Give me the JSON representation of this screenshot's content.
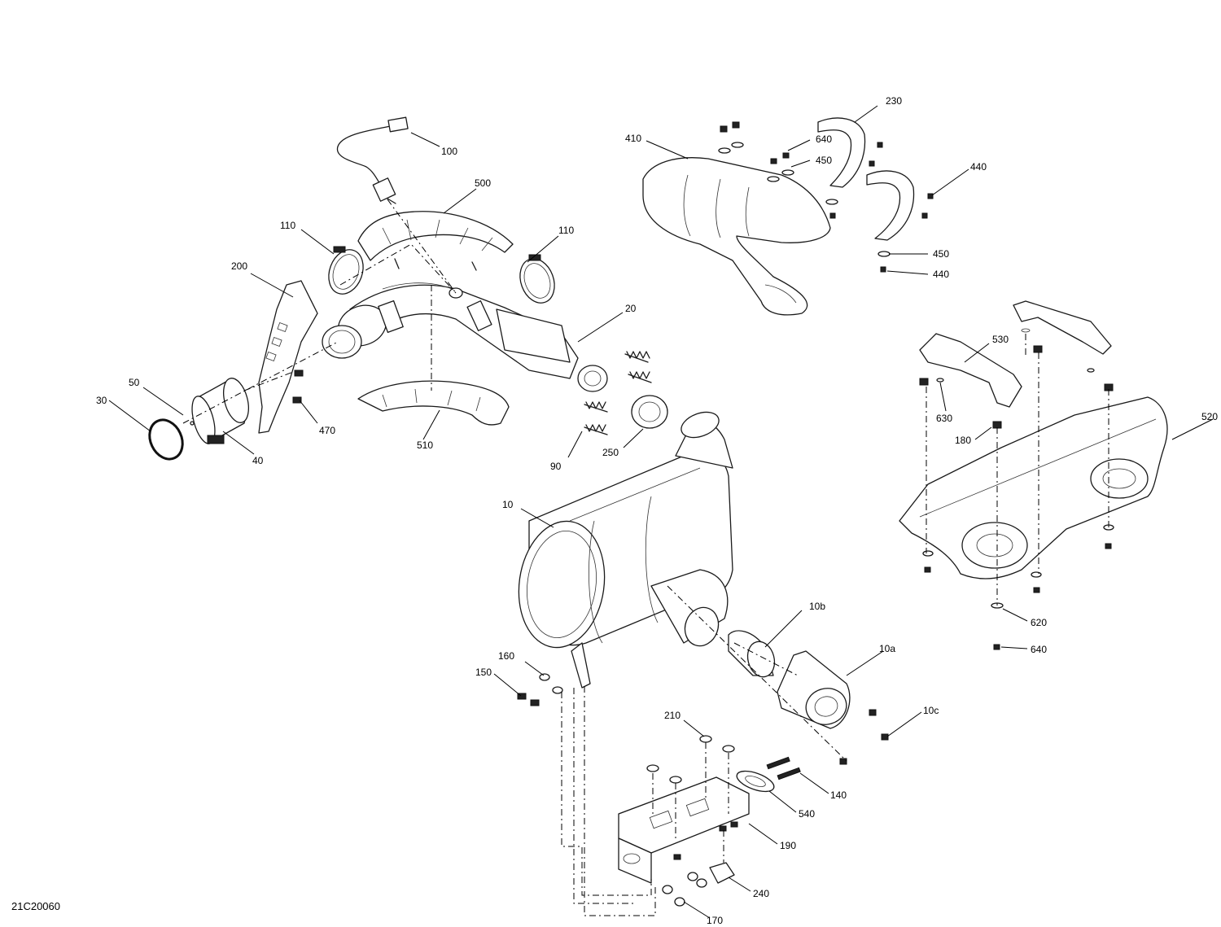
{
  "drawing_code": "21C20060",
  "callouts": [
    {
      "id": "c100",
      "text": "100"
    },
    {
      "id": "c500",
      "text": "500"
    },
    {
      "id": "c110a",
      "text": "110"
    },
    {
      "id": "c110b",
      "text": "110"
    },
    {
      "id": "c200",
      "text": "200"
    },
    {
      "id": "c20",
      "text": "20"
    },
    {
      "id": "c50",
      "text": "50"
    },
    {
      "id": "c30",
      "text": "30"
    },
    {
      "id": "c40",
      "text": "40"
    },
    {
      "id": "c470",
      "text": "470"
    },
    {
      "id": "c510",
      "text": "510"
    },
    {
      "id": "c90",
      "text": "90"
    },
    {
      "id": "c250",
      "text": "250"
    },
    {
      "id": "c410",
      "text": "410"
    },
    {
      "id": "c640a",
      "text": "640"
    },
    {
      "id": "c450a",
      "text": "450"
    },
    {
      "id": "c230",
      "text": "230"
    },
    {
      "id": "c440a",
      "text": "440"
    },
    {
      "id": "c450b",
      "text": "450"
    },
    {
      "id": "c440b",
      "text": "440"
    },
    {
      "id": "c530",
      "text": "530"
    },
    {
      "id": "c630",
      "text": "630"
    },
    {
      "id": "c180",
      "text": "180"
    },
    {
      "id": "c520",
      "text": "520"
    },
    {
      "id": "c620",
      "text": "620"
    },
    {
      "id": "c640b",
      "text": "640"
    },
    {
      "id": "c10",
      "text": "10"
    },
    {
      "id": "c10b",
      "text": "10b"
    },
    {
      "id": "c10a",
      "text": "10a"
    },
    {
      "id": "c10c",
      "text": "10c"
    },
    {
      "id": "c160",
      "text": "160"
    },
    {
      "id": "c150",
      "text": "150"
    },
    {
      "id": "c210",
      "text": "210"
    },
    {
      "id": "c140",
      "text": "140"
    },
    {
      "id": "c540",
      "text": "540"
    },
    {
      "id": "c190",
      "text": "190"
    },
    {
      "id": "c240",
      "text": "240"
    },
    {
      "id": "c170",
      "text": "170"
    }
  ]
}
